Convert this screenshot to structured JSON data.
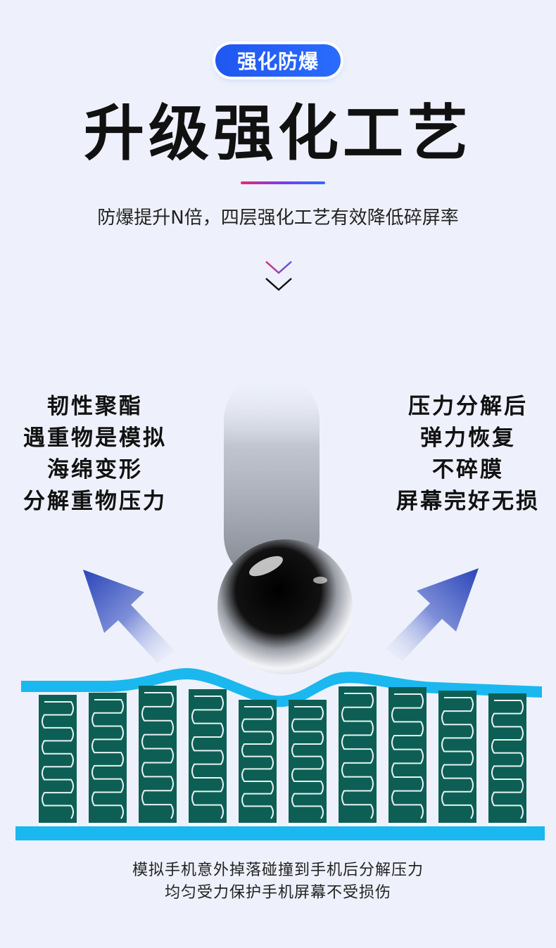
{
  "badge": "强化防爆",
  "title": "升级强化工艺",
  "subtitle": "防爆提升N倍，四层强化工艺有效降低碎屏率",
  "left_text": [
    "韧性聚酯",
    "遇重物是模拟",
    "海绵变形",
    "分解重物压力"
  ],
  "right_text": [
    "压力分解后",
    "弹力恢复",
    "不碎膜",
    "屏幕完好无损"
  ],
  "caption": [
    "模拟手机意外掉落碰撞到手机后分解压力",
    "均匀受力保护手机屏幕不受损伤"
  ],
  "colors": {
    "accent_blue": "#1f57f0",
    "gradient_pink": "#e3297a",
    "spring_green": "#0d5f55",
    "film_cyan": "#1ab8ee",
    "arrow_blue": "#2a45b8"
  },
  "icons": [
    "chevron-down-icon",
    "steel-ball-icon",
    "arrow-up-left-icon",
    "arrow-up-right-icon"
  ]
}
